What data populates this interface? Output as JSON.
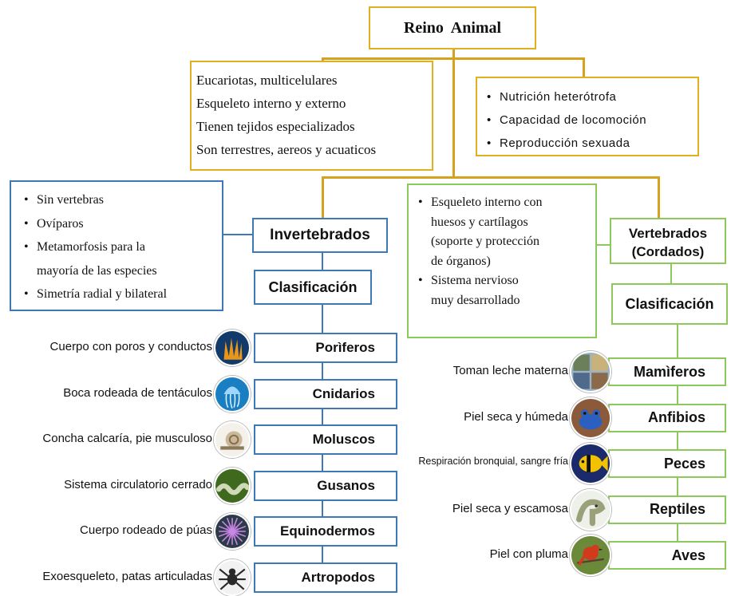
{
  "root": {
    "title": "Reino  Animal"
  },
  "characteristics_left": [
    "Eucariotas, multicelulares",
    "Esqueleto interno y externo",
    "Tienen tejidos especializados",
    "Son terrestres, aereos y acuaticos"
  ],
  "characteristics_right": [
    "Nutrición  heterótrofa",
    "Capacidad  de locomoción",
    "Reproducción  sexuada"
  ],
  "invertebrados": {
    "title": "Invertebrados",
    "classification_label": "Clasificación",
    "traits": [
      "Sin vertebras",
      "Ovíparos",
      "Metamorfosis para la",
      "mayoría de las especies",
      "Simetría radial y bilateral"
    ],
    "groups": [
      {
        "name": "Porìferos",
        "description": "Cuerpo con poros y conductos",
        "icon": "sponge-icon",
        "color": "#e8951a"
      },
      {
        "name": "Cnidarios",
        "description": "Boca rodeada de tentáculos",
        "icon": "jellyfish-icon",
        "color": "#2a8fd0"
      },
      {
        "name": "Moluscos",
        "description": "Concha calcaría,  pie musculoso",
        "icon": "snail-icon",
        "color": "#c9b89a"
      },
      {
        "name": "Gusanos",
        "description": "Sistema circulatorio cerrado",
        "icon": "worm-icon",
        "color": "#5e8a2e"
      },
      {
        "name": "Equinodermos",
        "description": "Cuerpo rodeado de púas",
        "icon": "urchin-icon",
        "color": "#7a3fa0"
      },
      {
        "name": "Artropodos",
        "description": "Exoesqueleto, patas articuladas",
        "icon": "spider-icon",
        "color": "#6b6b6b"
      }
    ]
  },
  "vertebrados": {
    "title_line1": "Vertebrados",
    "title_line2": "(Cordados)",
    "classification_label": "Clasificación",
    "traits": [
      "Esqueleto interno con",
      "huesos y cartílagos",
      "(soporte y protección",
      "de órganos)",
      "Sistema nervioso",
      "muy desarrollado"
    ],
    "groups": [
      {
        "name": "Mamìferos",
        "description": "Toman leche  materna",
        "icon": "mammal-icon",
        "color": "#6f8ea8"
      },
      {
        "name": "Anfibios",
        "description": "Piel seca y húmeda",
        "icon": "frog-icon",
        "color": "#2b5fc0"
      },
      {
        "name": "Peces",
        "description": "Respiración bronquial,  sangre fría",
        "icon": "fish-icon",
        "color": "#f2c200"
      },
      {
        "name": "Reptiles",
        "description": "Piel seca y escamosa",
        "icon": "iguana-icon",
        "color": "#9aa07a"
      },
      {
        "name": "Aves",
        "description": "Piel con pluma",
        "icon": "bird-icon",
        "color": "#d23a1e"
      }
    ]
  }
}
